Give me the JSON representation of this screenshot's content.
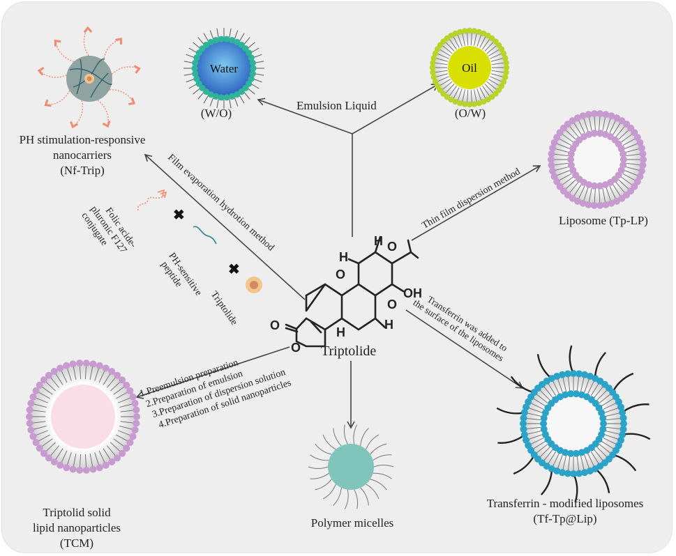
{
  "title": "Triptolide nano-delivery systems",
  "center": {
    "label": "Triptolide",
    "atoms": {
      "H": "H",
      "O": "O",
      "OH": "OH"
    }
  },
  "emulsion": {
    "label": "Emulsion Liquid",
    "wo": {
      "core": "Water",
      "label": "(W/O)"
    },
    "ow": {
      "core": "Oil",
      "label": "(O/W)"
    }
  },
  "ph_carrier": {
    "label_line1": "PH stimulation-responsive",
    "label_line2": "nanocarriers",
    "label_line3": "(Nf-Trip)",
    "method": "Film evaporation hydrotion method",
    "components": {
      "folic_line1": "Folic acide-",
      "folic_line2": "pluronic F127",
      "folic_line3": "conjugate",
      "peptide_line1": "PH-sensitive",
      "peptide_line2": "peptide",
      "triptolide": "Triptolide"
    }
  },
  "liposome": {
    "label": "Liposome (Tp-LP)",
    "method": "Thin film dispersion method"
  },
  "tf_liposome": {
    "label_line1": "Transferrin - modified liposomes",
    "label_line2": "(Tf-Tp@Lip)",
    "method_line1": "Transferrin was added to",
    "method_line2": "the surface of the liposomes"
  },
  "sln": {
    "label_line1": "Triptolid solid",
    "label_line2": "lipid nanoparticles",
    "label_line3": "(TCM)",
    "steps": [
      "1.Preemulsion preparation",
      "2.Preparation of emulsion",
      "3.Preparation of dispersion solution",
      "4.Preparation of solid nanoparticles"
    ]
  },
  "micelles": {
    "label": "Polymer micelles"
  },
  "colors": {
    "water_head": "#2fb39a",
    "water_core": "#3a7fd0",
    "oil_head": "#b8d42a",
    "oil_core": "#d9e000",
    "lipo_head": "#c79bd0",
    "tf_head": "#2ba3c9",
    "sln_core": "#fadde6",
    "micelle": "#80c4bb",
    "ph_core": "#8fa3a0",
    "arrow": "#444444",
    "accent": "#f08a70"
  }
}
